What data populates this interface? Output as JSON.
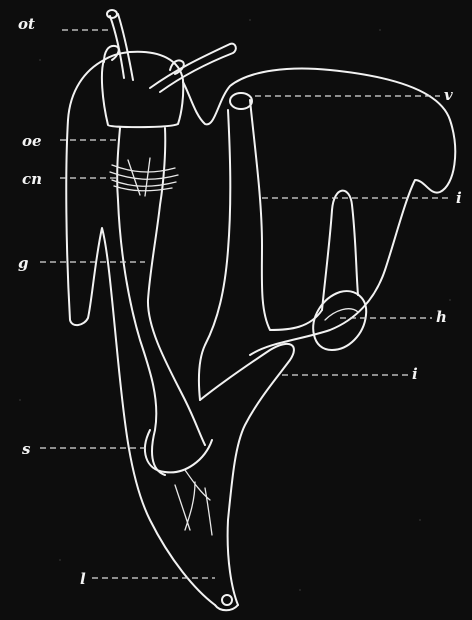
{
  "figure": {
    "labels": {
      "ot": "ot",
      "oe": "oe",
      "cn": "cn",
      "g": "g",
      "s": "s",
      "l": "l",
      "v": "v",
      "i_upper": "i",
      "h": "h",
      "i_lower": "i"
    }
  },
  "colors": {
    "background": "#0d0d0d",
    "line": "#f2f2f2"
  }
}
